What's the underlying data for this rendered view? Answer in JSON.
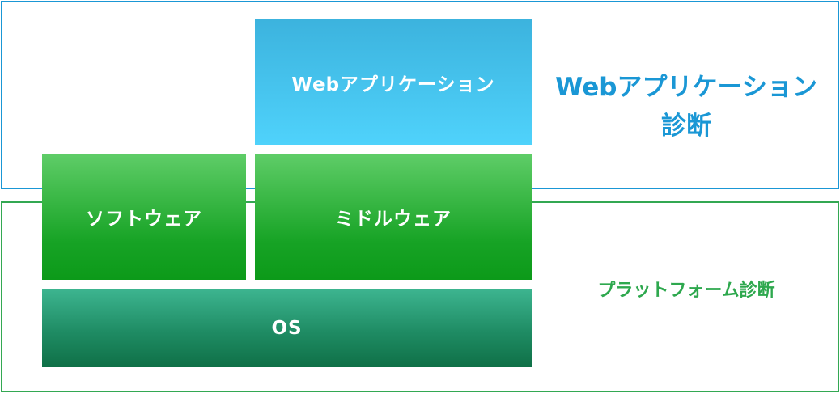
{
  "web_section": {
    "label_line1": "Webアプリケーション",
    "label_line2": "診断",
    "color": "#1a97d5"
  },
  "platform_section": {
    "label": "プラットフォーム診断",
    "color": "#33a852"
  },
  "layers": {
    "webapp": "Webアプリケーション",
    "software": "ソフトウェア",
    "middleware": "ミドルウェア",
    "os": "OS"
  }
}
